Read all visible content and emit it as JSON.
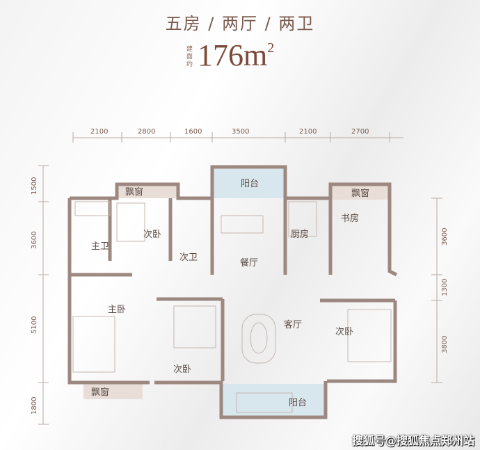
{
  "header": {
    "layout": "五房 / 两厅 / 两卫",
    "area_label": "建面约",
    "area_value": "176m",
    "area_unit_sup": "2"
  },
  "dimensions": {
    "top": [
      "2100",
      "2800",
      "1600",
      "3500",
      "2100",
      "2700"
    ],
    "left": [
      "1500",
      "3600",
      "5100",
      "1800"
    ],
    "right": [
      "3600",
      "1300",
      "3800"
    ]
  },
  "rooms": {
    "bay_window_1": "飘窗",
    "balcony_top": "阳台",
    "bay_window_2": "飘窗",
    "bedroom_2": "次卧",
    "master_bath": "主卫",
    "study": "书房",
    "kitchen": "厨房",
    "second_bath": "次卫",
    "dining": "餐厅",
    "master_bedroom": "主卧",
    "living": "客厅",
    "bedroom_right": "次卧",
    "bedroom_bottom": "次卧",
    "bay_window_3": "飘窗",
    "balcony_bottom": "阳台"
  },
  "colors": {
    "wall": "#9c8880",
    "balcony": "#d8e6ee",
    "window": "#e8ddd7",
    "accent": "#7a5a4d"
  },
  "watermark": "搜狐号@搜狐焦点郑州站"
}
